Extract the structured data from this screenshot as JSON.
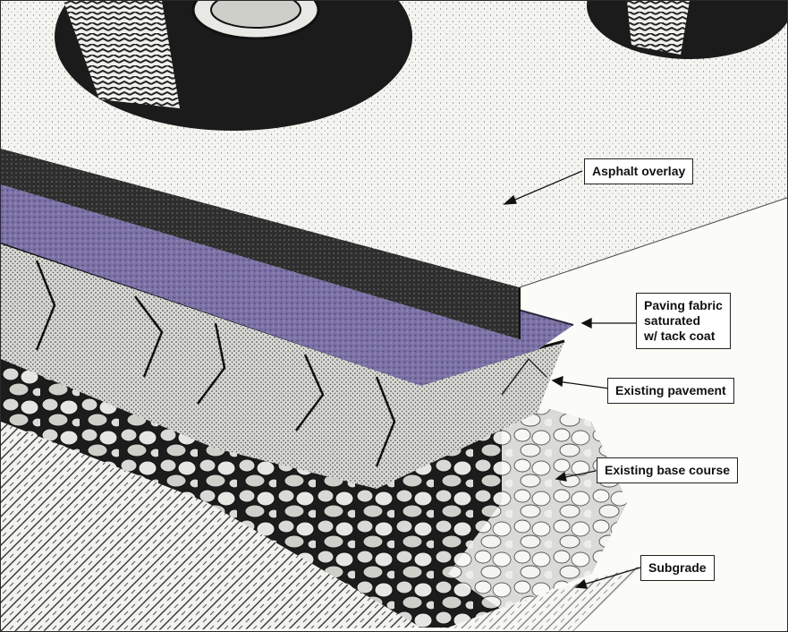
{
  "labels": {
    "asphalt_overlay": "Asphalt overlay",
    "paving_fabric": [
      "Paving fabric",
      "saturated",
      "w/ tack coat"
    ],
    "existing_pavement": "Existing pavement",
    "existing_base_course": "Existing base course",
    "subgrade": "Subgrade"
  },
  "colors": {
    "fabric": "#6b5f93",
    "overlay_dark": "#2b2b2b",
    "ink": "#1a1a1a"
  }
}
